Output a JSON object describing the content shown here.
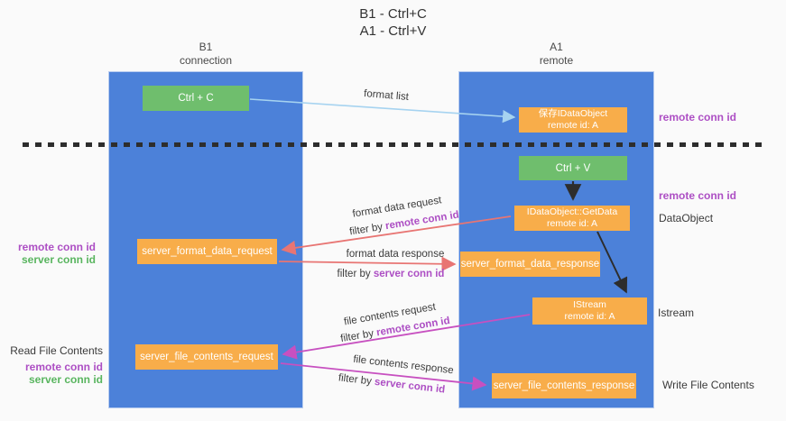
{
  "title": {
    "line1": "B1 - Ctrl+C",
    "line2": "A1 - Ctrl+V"
  },
  "lanes": {
    "left": {
      "name": "B1",
      "role": "connection"
    },
    "right": {
      "name": "A1",
      "role": "remote"
    }
  },
  "nodes": {
    "ctrl_c": {
      "label": "Ctrl + C"
    },
    "ctrl_v": {
      "label": "Ctrl + V"
    },
    "save_dataobject": {
      "line1": "保存IDataObject",
      "line2": "remote id: A"
    },
    "getdata": {
      "line1": "IDataObject::GetData",
      "line2": "remote id: A"
    },
    "istream": {
      "line1": "IStream",
      "line2": "remote id: A"
    },
    "server_format_data_request": {
      "label": "server_format_data_request"
    },
    "server_format_data_response": {
      "label": "server_format_data_response"
    },
    "server_file_contents_request": {
      "label": "server_file_contents_request"
    },
    "server_file_contents_response": {
      "label": "server_file_contents_response"
    }
  },
  "arrow_labels": {
    "format_list": "format list",
    "format_data_request": "format data request",
    "format_data_request_filter_prefix": "filter by",
    "format_data_request_filter_key": "remote conn id",
    "format_data_response": "format data response",
    "format_data_response_filter_prefix": "filter by",
    "format_data_response_filter_key": "server conn id",
    "file_contents_request": "file contents request",
    "file_contents_request_filter_prefix": "filter by",
    "file_contents_request_filter_key": "remote conn id",
    "file_contents_response": "file contents response",
    "file_contents_response_filter_prefix": "filter by",
    "file_contents_response_filter_key": "server conn id"
  },
  "side_labels": {
    "remote_conn_id_top": "remote conn id",
    "remote_conn_id_mid": "remote conn id",
    "dataobject": "DataObject",
    "istream": "Istream",
    "write_file_contents": "Write File Contents",
    "left_mid_remote": "remote conn id",
    "left_mid_server": "server conn id",
    "read_file_contents": "Read File Contents",
    "left_bottom_remote": "remote conn id",
    "left_bottom_server": "server conn id"
  },
  "colors": {
    "lane_blue": "#4c81d9",
    "node_orange": "#f8ad4a",
    "node_green": "#6fbe6d",
    "text_purple": "#ad4fc4",
    "text_green": "#59b55f",
    "arrow_light_blue": "#a6d3f0",
    "arrow_salmon": "#e87573",
    "arrow_magenta": "#c750c0",
    "arrow_black": "#2d2d2d"
  }
}
